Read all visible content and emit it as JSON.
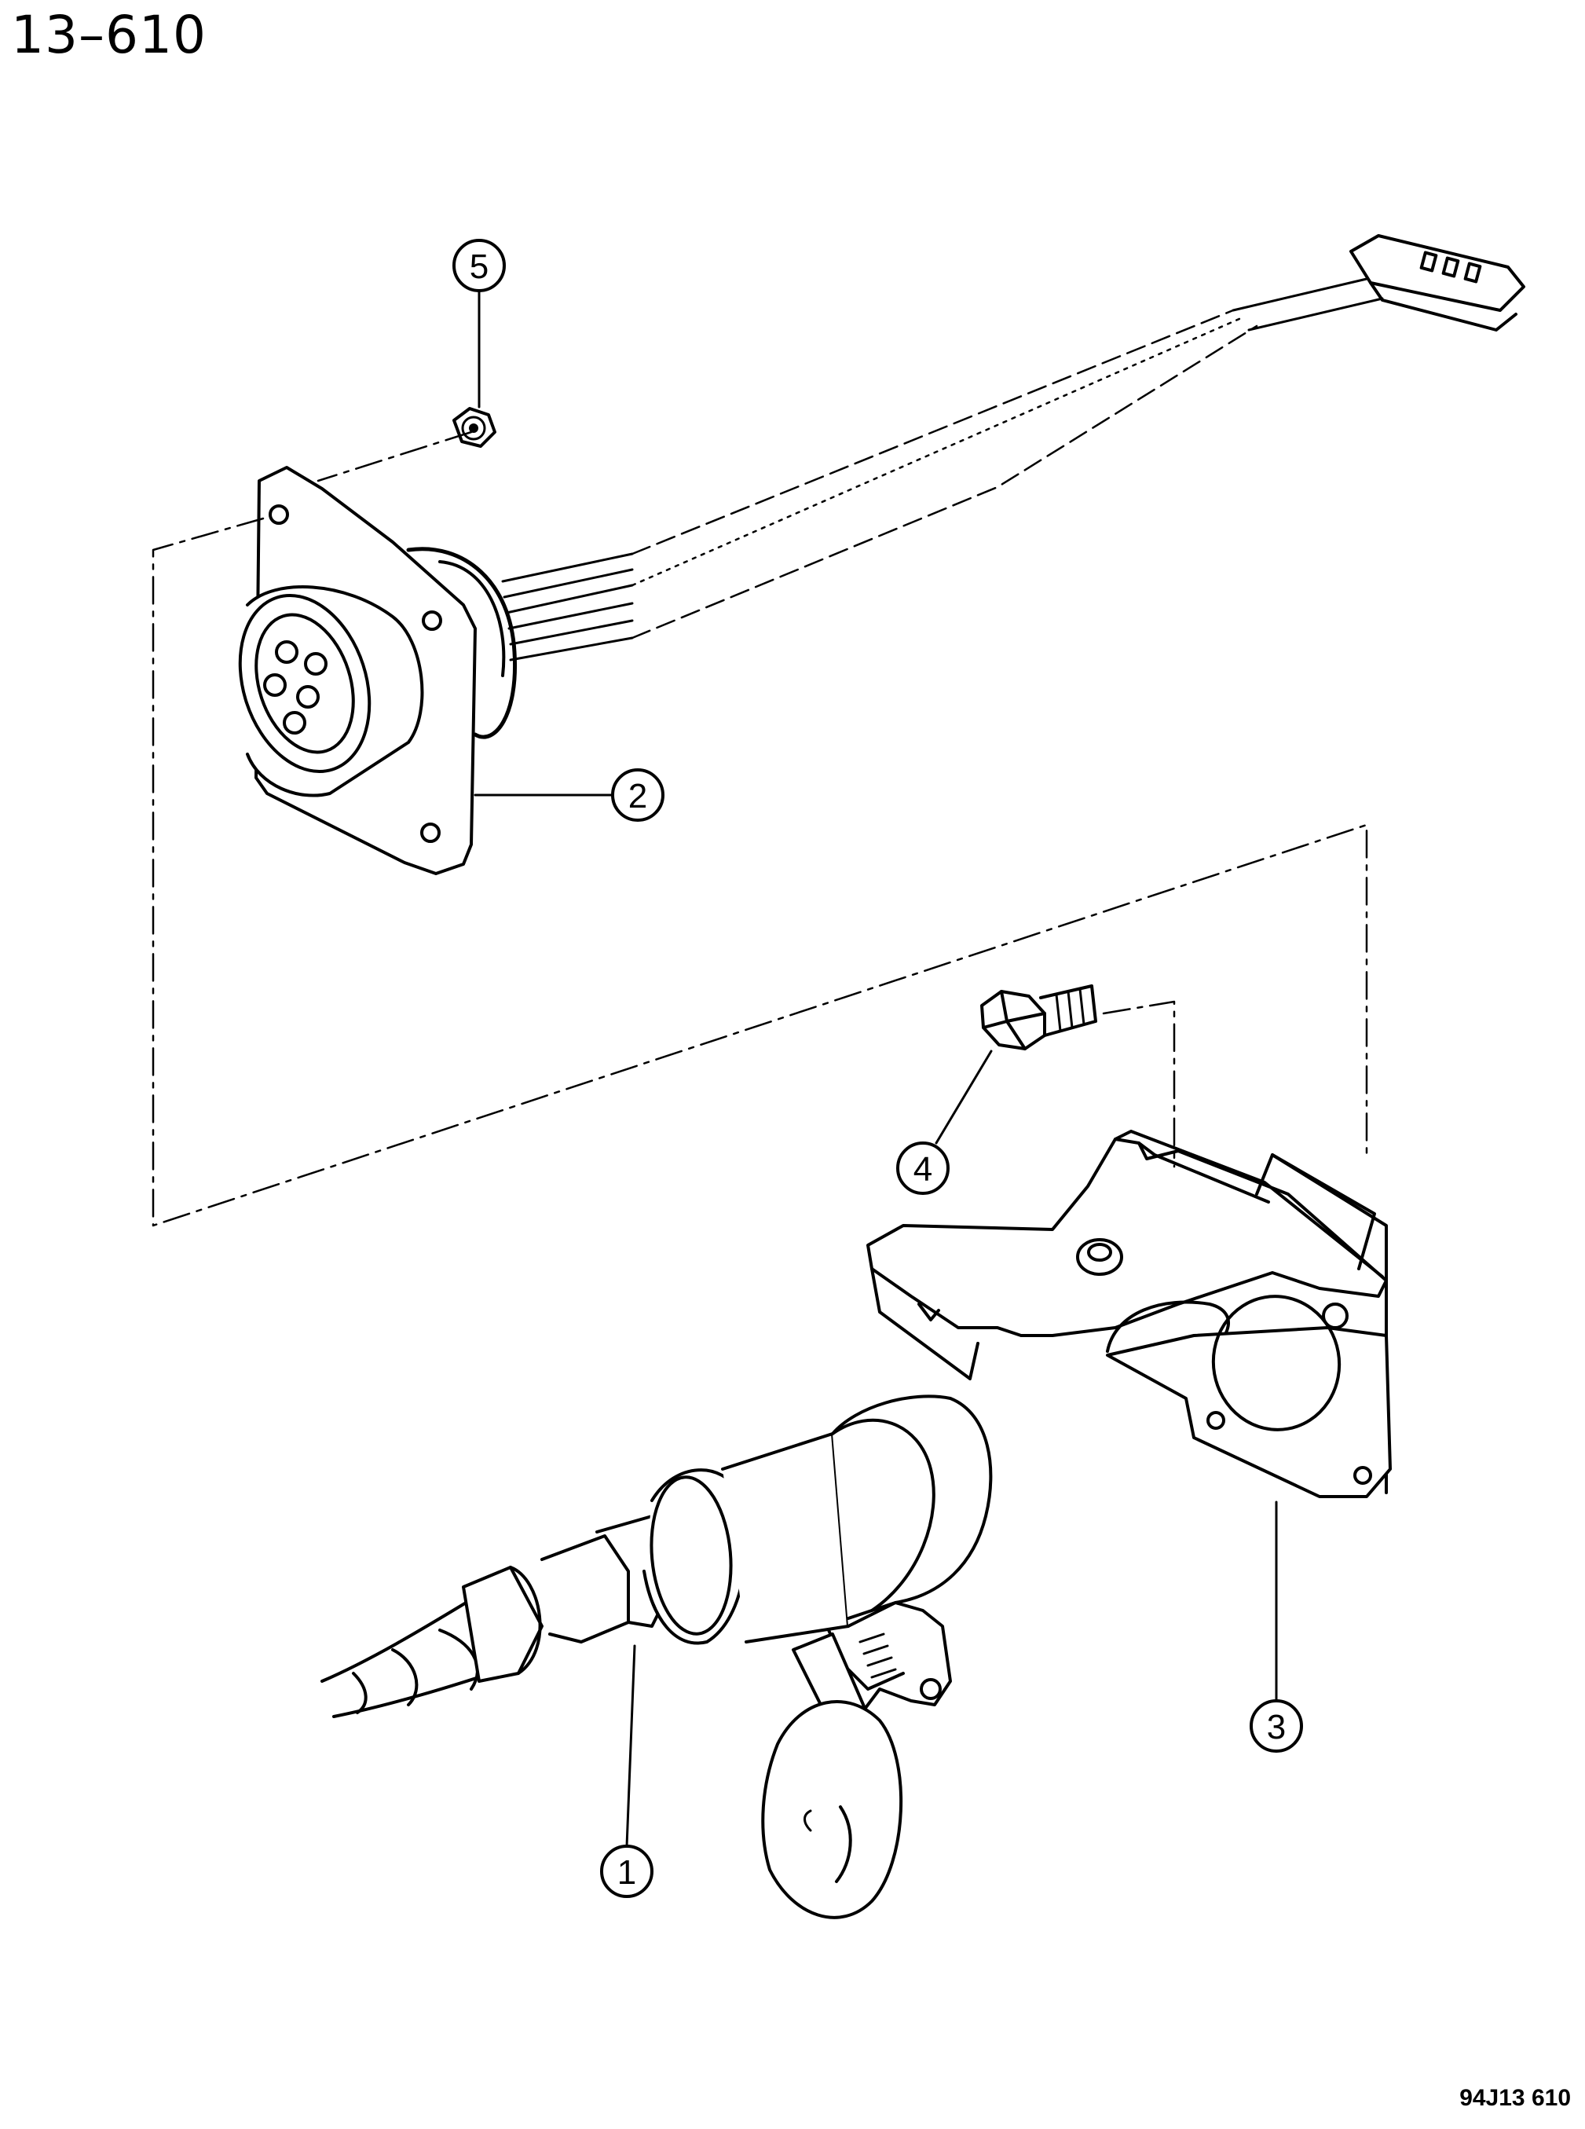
{
  "page": {
    "title": "13–610",
    "figure_code": "94J13 610"
  },
  "callouts": [
    {
      "number": "1",
      "part": "trailer-plug"
    },
    {
      "number": "2",
      "part": "connector-socket"
    },
    {
      "number": "3",
      "part": "mounting-bracket"
    },
    {
      "number": "4",
      "part": "bolt"
    },
    {
      "number": "5",
      "part": "nut"
    }
  ]
}
